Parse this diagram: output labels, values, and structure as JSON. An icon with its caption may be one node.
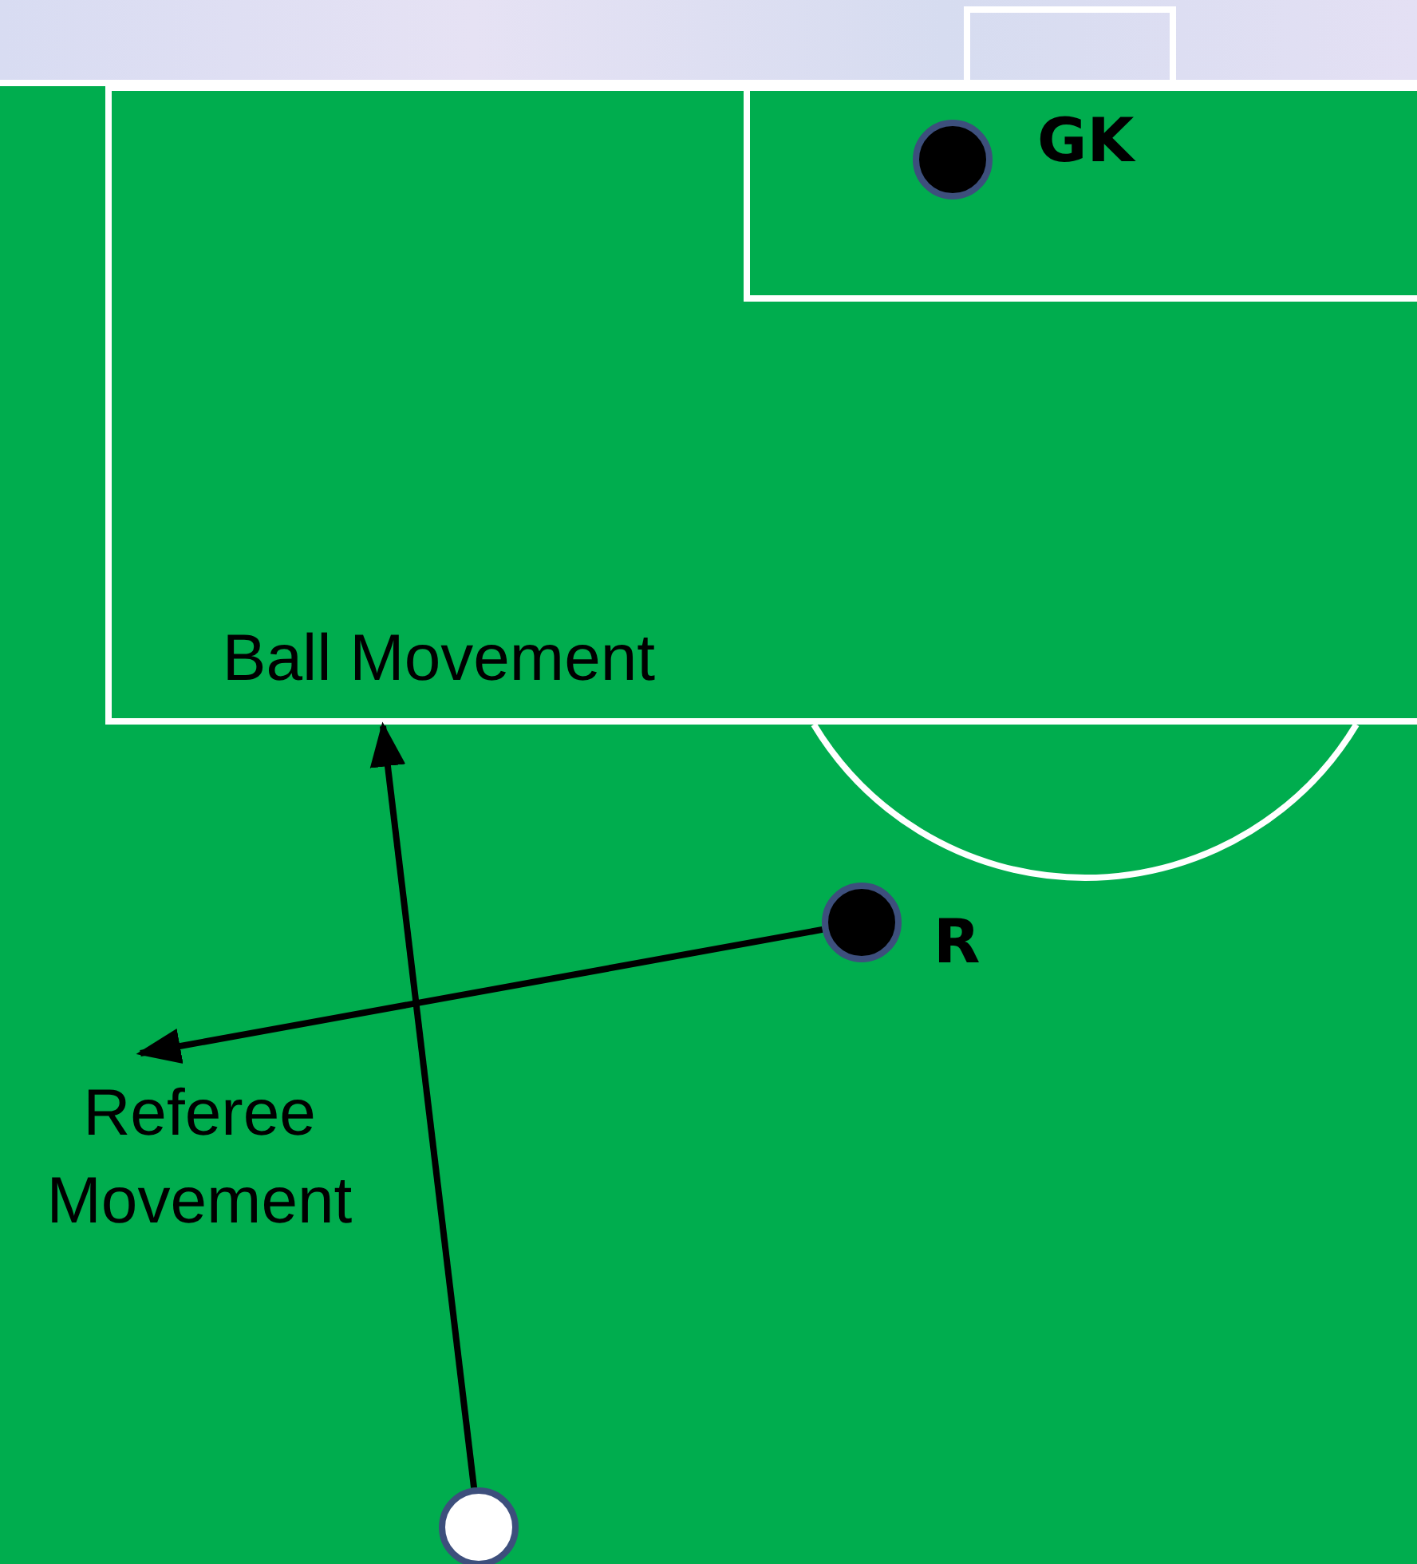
{
  "diagram": {
    "nodes": [
      {
        "text": [],
        "shape": "circle",
        "beside": [
          "GK"
        ]
      },
      {
        "text": [],
        "shape": "circle",
        "beside": [
          "R"
        ]
      },
      {
        "text": [],
        "shape": "circle"
      }
    ],
    "edges": [
      {
        "from": 2,
        "to": null,
        "arrow": "to",
        "label": "Ball Movement"
      },
      {
        "from": 1,
        "to": null,
        "arrow": "to",
        "label": "Referee Movement"
      }
    ]
  }
}
